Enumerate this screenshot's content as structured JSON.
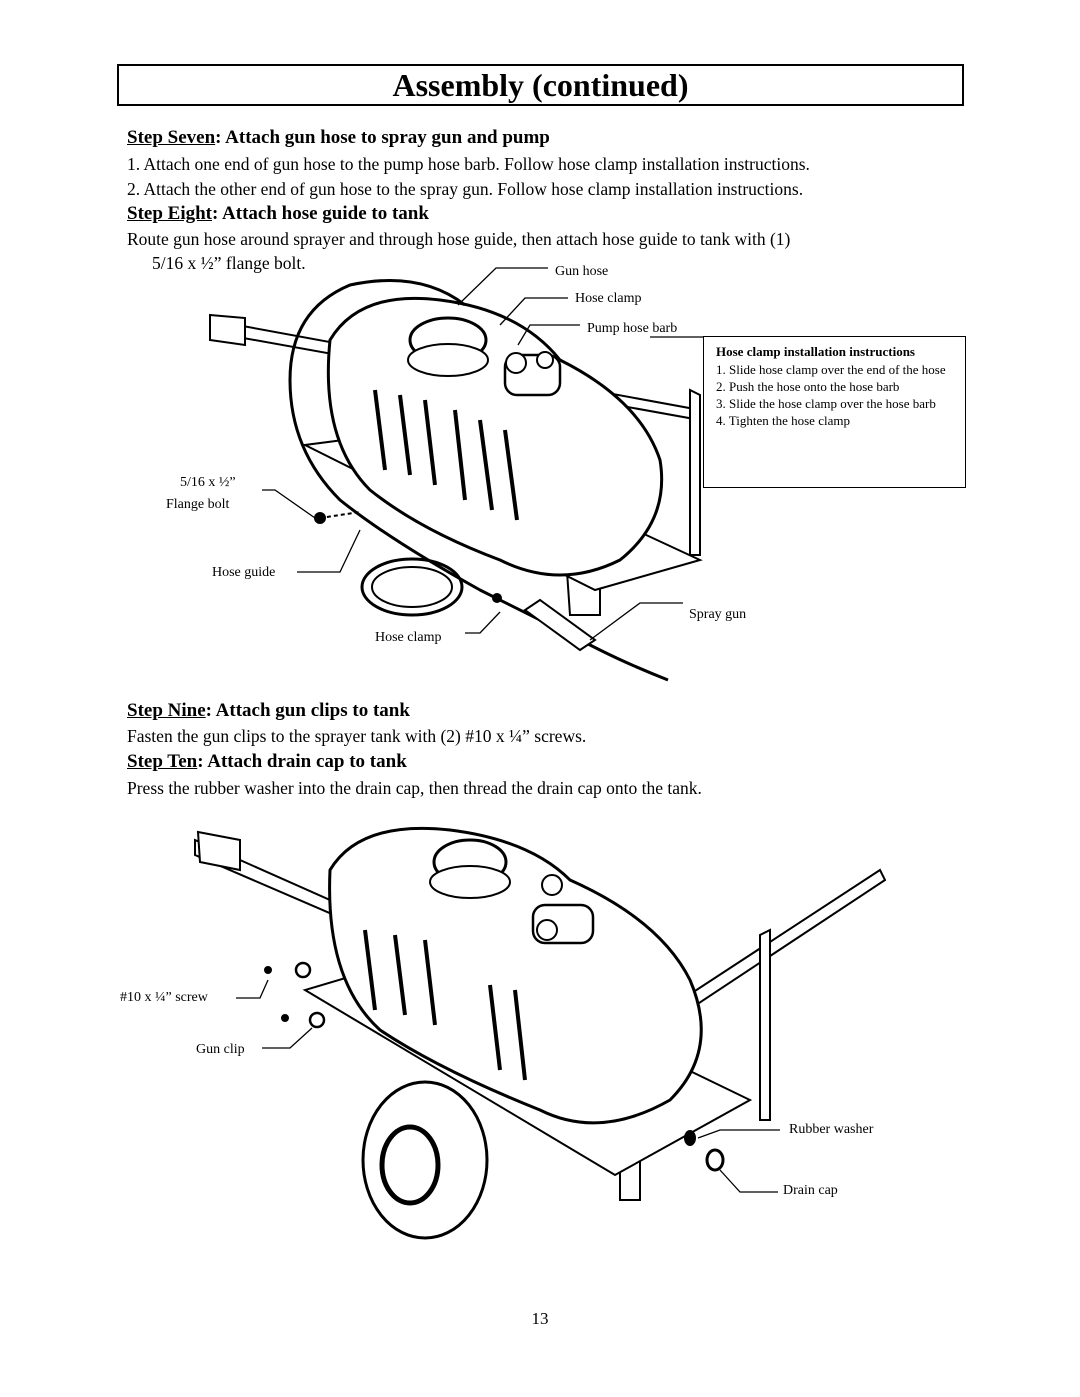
{
  "title": "Assembly (continued)",
  "step7": {
    "label": "Step Seven",
    "title": ":  Attach gun hose to spray gun and pump",
    "lines": [
      "1.  Attach one end of gun hose to the pump hose barb. Follow hose clamp installation instructions.",
      "2.  Attach the other end of gun hose to the spray gun. Follow hose clamp installation instructions."
    ]
  },
  "step8": {
    "label": "Step Eight",
    "title": ":  Attach hose guide to tank",
    "lines": [
      "Route gun hose around sprayer and through hose guide, then attach hose guide to tank with (1)",
      "5/16 x ½” flange bolt."
    ]
  },
  "figure1": {
    "callouts": {
      "gun_hose": "Gun hose",
      "hose_clamp_top": "Hose clamp",
      "pump_hose_barb": "Pump hose barb",
      "bolt_line1": "5/16 x ½”",
      "bolt_line2": "Flange bolt",
      "hose_guide": "Hose guide",
      "spray_gun": "Spray gun",
      "hose_clamp_bottom": "Hose clamp"
    },
    "clamp_box": {
      "title": "Hose clamp installation instructions",
      "items": [
        "1. Slide hose clamp over the end of the hose",
        "2. Push the hose onto the hose barb",
        "3. Slide the hose clamp over the hose barb",
        "4. Tighten the hose clamp"
      ]
    }
  },
  "step9": {
    "label": "Step Nine",
    "title": ": Attach gun clips to tank",
    "lines": [
      "Fasten the gun clips to the sprayer tank with (2) #10 x ¼” screws."
    ]
  },
  "step10": {
    "label": "Step Ten",
    "title": ": Attach drain cap to tank",
    "lines": [
      "Press the rubber washer into the drain cap, then thread the drain cap onto the tank."
    ]
  },
  "figure2": {
    "callouts": {
      "screw": "#10 x ¼” screw",
      "gun_clip": "Gun clip",
      "rubber_washer": "Rubber washer",
      "drain_cap": "Drain cap"
    }
  },
  "page_number": "13"
}
